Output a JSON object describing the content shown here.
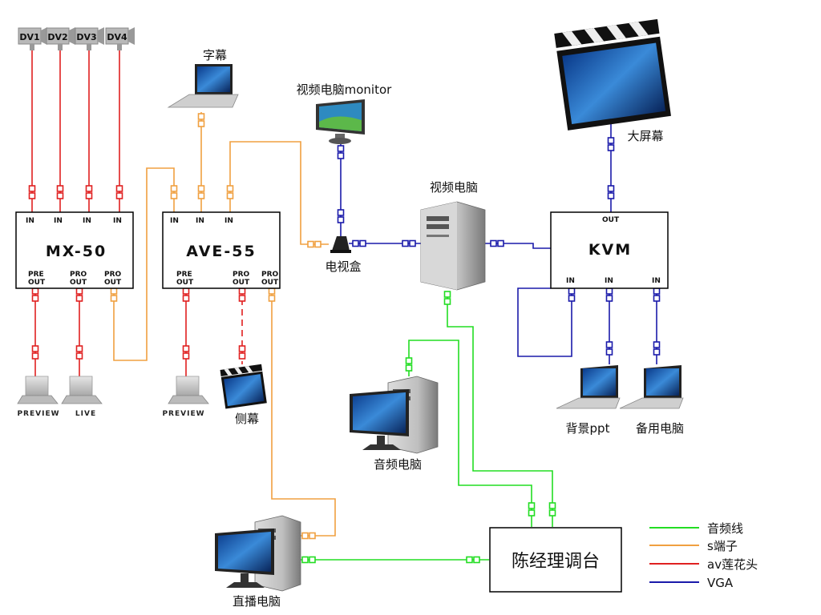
{
  "colors": {
    "audio": "#22dd22",
    "s_video": "#f0a040",
    "av": "#e02020",
    "vga": "#1a1aaa"
  },
  "cameras": [
    "DV1",
    "DV2",
    "DV3",
    "DV4"
  ],
  "devices": {
    "mx50": {
      "name": "MX-50",
      "inputs": [
        "IN",
        "IN",
        "IN",
        "IN"
      ],
      "outputs": [
        "PRE\nOUT",
        "PRO\nOUT",
        "PRO\nOUT"
      ]
    },
    "ave55": {
      "name": "AVE-55",
      "inputs": [
        "IN",
        "IN",
        "IN"
      ],
      "outputs": [
        "PRE\nOUT",
        "PRO\nOUT",
        "PRO\nOUT"
      ]
    },
    "kvm": {
      "name": "KVM",
      "out": "OUT",
      "inputs": [
        "IN",
        "IN",
        "IN"
      ]
    },
    "console": {
      "name": "陈经理调台"
    }
  },
  "labels": {
    "caption_pc": "字幕",
    "video_monitor": "视频电脑monitor",
    "tv_box": "电视盒",
    "video_pc": "视频电脑",
    "big_screen": "大屏幕",
    "preview1": "PREVIEW",
    "live": "LIVE",
    "preview2": "PREVIEW",
    "side_screen": "侧幕",
    "audio_pc": "音频电脑",
    "broadcast_pc": "直播电脑",
    "bg_ppt": "背景ppt",
    "backup_pc": "备用电脑"
  },
  "legend": [
    {
      "label": "音频线",
      "color_key": "audio"
    },
    {
      "label": "s端子",
      "color_key": "s_video"
    },
    {
      "label": "av莲花头",
      "color_key": "av"
    },
    {
      "label": "VGA",
      "color_key": "vga"
    }
  ]
}
